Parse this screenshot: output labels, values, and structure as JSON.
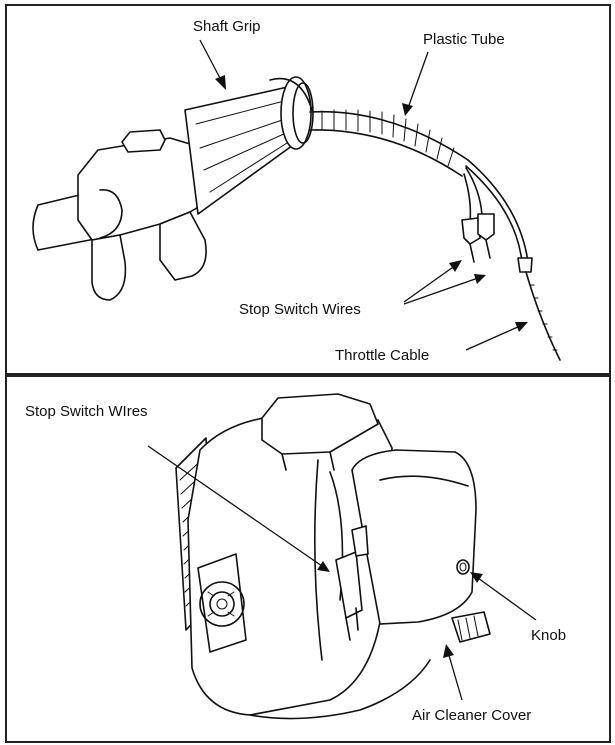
{
  "panels": {
    "top": {
      "labels": {
        "shaft_grip": "Shaft Grip",
        "plastic_tube": "Plastic Tube",
        "stop_switch_wires": "Stop Switch Wires",
        "throttle_cable": "Throttle Cable"
      }
    },
    "bottom": {
      "labels": {
        "stop_switch_wires": "Stop Switch WIres",
        "knob": "Knob",
        "air_cleaner_cover": "Air Cleaner Cover"
      }
    }
  }
}
